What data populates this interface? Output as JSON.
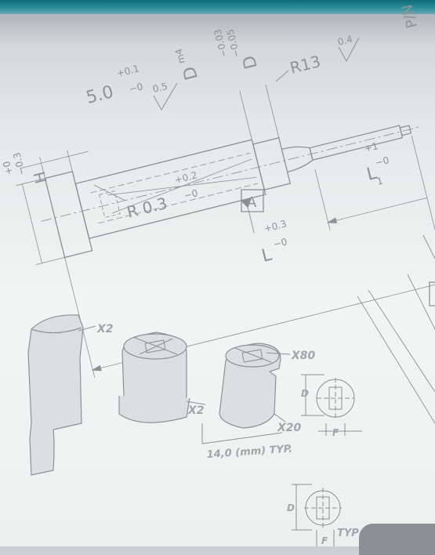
{
  "top_drawing": {
    "dim_5": "5.0",
    "tol_5_plus": "+0.1",
    "tol_5_minus": "−0",
    "surface_05": "0.5",
    "dim_D_m4": "D",
    "sup_m4": "m4",
    "dim_D2": "D",
    "tol_D2_upper": "−0.03",
    "tol_D2_lower": "−0.05",
    "radius_R13": "R13",
    "surface_04": "0.4",
    "pn": "P/N",
    "dim_H": "H",
    "tol_H_plus": "+0",
    "tol_H_minus": "−0.3",
    "radius_R03": "R 0.3",
    "tol_R03_plus": "+0.2",
    "tol_R03_minus": "−0",
    "datum_A": "A",
    "dim_L1": "L",
    "sub_1": "1",
    "tol_L1_plus": "+1",
    "tol_L1_minus": "−0",
    "dim_L": "L",
    "tol_L_plus": "+0.3",
    "tol_L_minus": "−0"
  },
  "bottom_drawing": {
    "x2_a": "X2",
    "x2_b": "X2",
    "x80": "X80",
    "x20": "X20",
    "dim_D_a": "D",
    "dim_F_a": "F",
    "typ_note": "14,0 (mm) TYP.",
    "dim_D_b": "D",
    "dim_F_b": "F",
    "typ_b": "TYP"
  },
  "colors": {
    "top_bar": "#1d7f8c",
    "line": "#8c9196",
    "corner_tab": "#8a8f94"
  }
}
